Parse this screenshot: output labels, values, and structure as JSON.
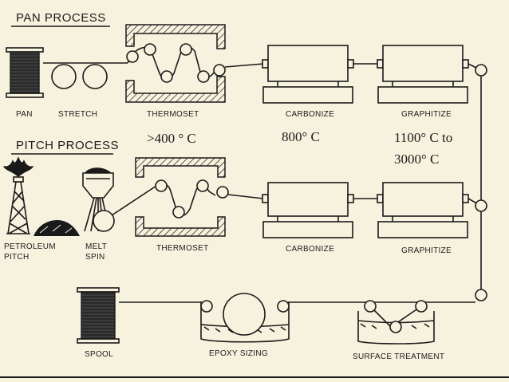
{
  "headings": {
    "pan_process": "PAN PROCESS",
    "pitch_process": "PITCH PROCESS"
  },
  "labels": {
    "pan": "PAN",
    "stretch": "STRETCH",
    "thermoset_top": "THERMOSET",
    "carbonize_top": "CARBONIZE",
    "graphitize_top": "GRAPHITIZE",
    "petroleum": "PETROLEUM",
    "pitch": "PITCH",
    "melt": "MELT",
    "spin": "SPIN",
    "thermoset_bottom": "THERMOSET",
    "carbonize_bottom": "CARBONIZE",
    "graphitize_bottom": "GRAPHITIZE",
    "spool": "SPOOL",
    "epoxy_sizing": "EPOXY SIZING",
    "surface_treatment": "SURFACE TREATMENT"
  },
  "temperatures": {
    "thermoset": ">400 ° C",
    "carbonize": "800° C",
    "graphitize_line1": "1100° C to",
    "graphitize_line2": "3000° C"
  },
  "colors": {
    "background": "#f7f2de",
    "ink": "#1a1a1a"
  }
}
